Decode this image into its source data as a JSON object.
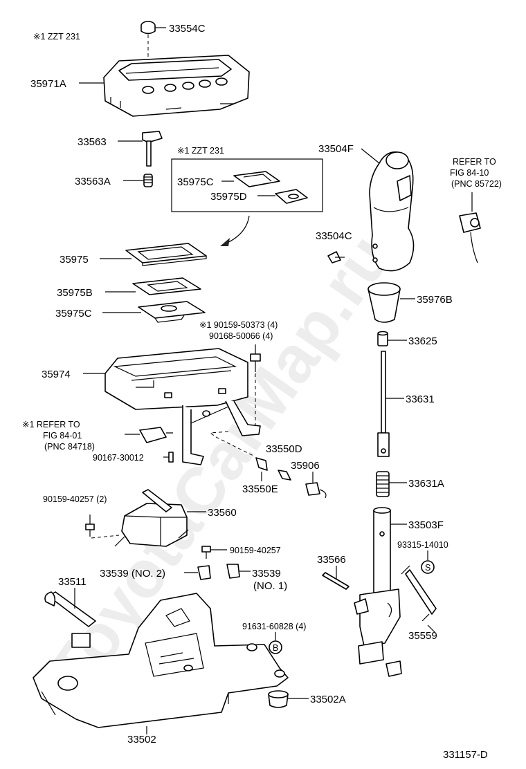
{
  "watermark": "ToyotaCarMap.ru",
  "figure_code": "331157-D",
  "notes": {
    "zzt_top": "※1  ZZT 231",
    "zzt_box": "※1  ZZT 231"
  },
  "refs": {
    "fig_84_10": [
      "REFER TO",
      "FIG 84-10",
      "(PNC 85722)"
    ],
    "fig_84_01": [
      "※1 REFER TO",
      "FIG 84-01",
      "(PNC 84718)"
    ]
  },
  "labels": {
    "p33554C": "33554C",
    "p35971A": "35971A",
    "p33563": "33563",
    "p33563A": "33563A",
    "p35975C_box": "35975C",
    "p35975D": "35975D",
    "p35975": "35975",
    "p35975B": "35975B",
    "p35975C": "35975C",
    "p35974": "35974",
    "p90167": "90167-30012",
    "p33550D": "33550D",
    "p35906": "35906",
    "p33550E": "33550E",
    "p90159_2": "90159-40257 (2)",
    "p33560": "33560",
    "p90159": "90159-40257",
    "p33539_2": "33539 (NO. 2)",
    "p33539_1a": "33539",
    "p33539_1b": "(NO. 1)",
    "p33511": "33511",
    "p91631": "91631-60828 (4)",
    "p33502A": "33502A",
    "p33502": "33502",
    "p33504F": "33504F",
    "p33504C": "33504C",
    "p35976B": "35976B",
    "p90159_50373": "※1 90159-50373 (4)",
    "p90168": "90168-50066 (4)",
    "p33625": "33625",
    "p33631": "33631",
    "p33631A": "33631A",
    "p33503F": "33503F",
    "p93315": "93315-14010",
    "p33566": "33566",
    "p35559": "35559"
  },
  "symbols": {
    "s_circle": "S",
    "b_circle": "B"
  }
}
